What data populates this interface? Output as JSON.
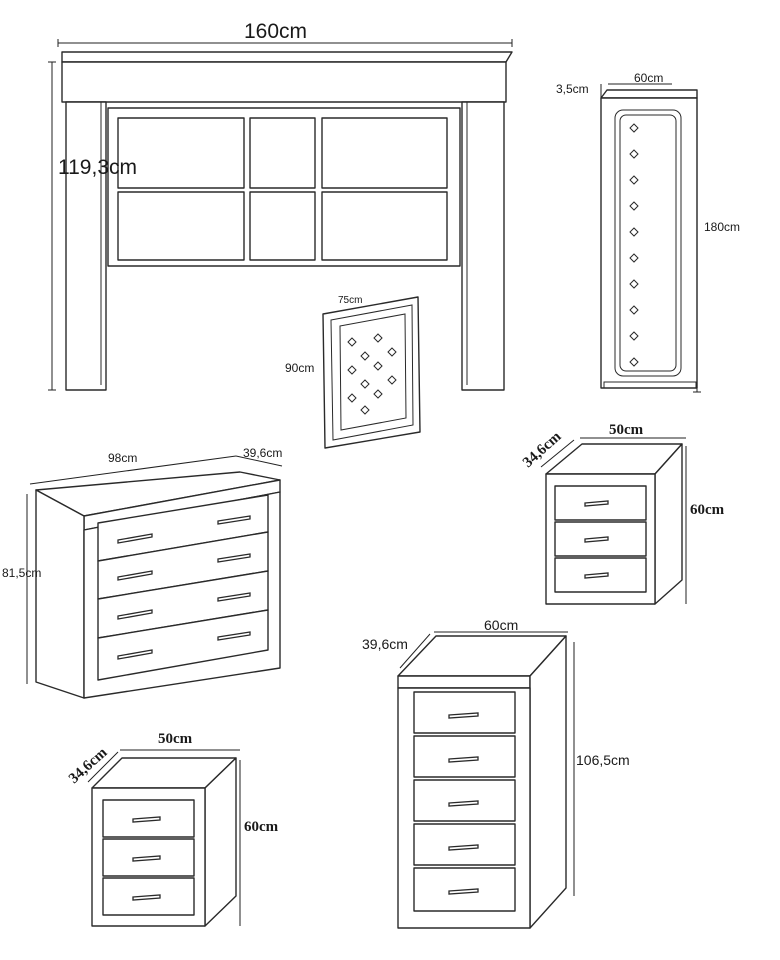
{
  "headboard": {
    "width": "160cm",
    "height": "119,3cm"
  },
  "mirror_tall": {
    "depth": "3,5cm",
    "width": "60cm",
    "height": "180cm"
  },
  "mirror_small": {
    "width": "75cm",
    "height": "90cm"
  },
  "dresser": {
    "width": "98cm",
    "depth": "39,6cm",
    "height": "81,5cm"
  },
  "nightstand_right": {
    "depth": "34,6cm",
    "width": "50cm",
    "height": "60cm"
  },
  "nightstand_left": {
    "depth": "34,6cm",
    "width": "50cm",
    "height": "60cm"
  },
  "chest": {
    "depth": "39,6cm",
    "width": "60cm",
    "height": "106,5cm"
  }
}
